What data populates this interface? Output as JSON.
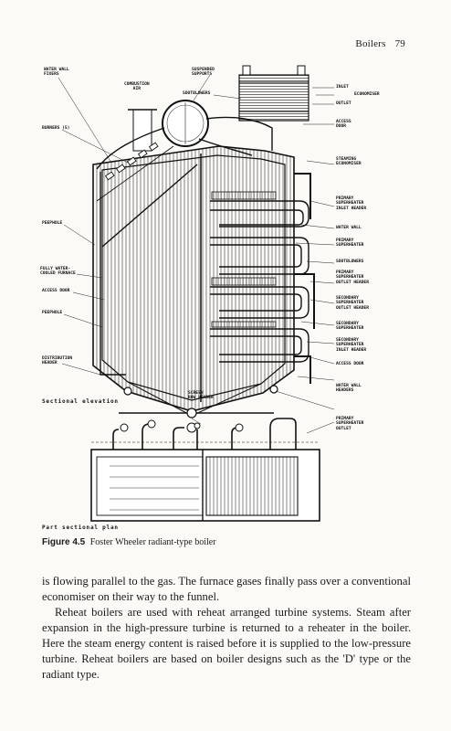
{
  "header": {
    "section": "Boilers",
    "page_number": "79"
  },
  "figure": {
    "left_labels": [
      {
        "text": "Water wall\nfixers"
      },
      {
        "text": "Burners (5)"
      },
      {
        "text": "Peephole"
      },
      {
        "text": "Fully water-\ncooled furnace"
      },
      {
        "text": "Access door"
      },
      {
        "text": "Peephole"
      },
      {
        "text": "Distribution\nheader"
      }
    ],
    "top_labels": [
      {
        "text": "Combustion\nair"
      },
      {
        "text": "Suspended\nsupports"
      },
      {
        "text": "Sootblowers"
      }
    ],
    "right_labels": [
      {
        "text": "Inlet"
      },
      {
        "text": "Outlet"
      },
      {
        "text": "Economiser"
      },
      {
        "text": "Access\ndoor"
      },
      {
        "text": "Steaming\neconomiser"
      },
      {
        "text": "Primary\nsuperheater\ninlet header"
      },
      {
        "text": "Water wall"
      },
      {
        "text": "Primary\nsuperheater"
      },
      {
        "text": "Sootblowers"
      },
      {
        "text": "Primary\nsuperheater\noutlet header"
      },
      {
        "text": "Secondary\nsuperheater\noutlet header"
      },
      {
        "text": "Secondary\nsuperheater"
      },
      {
        "text": "Secondary\nsuperheater\ninlet header"
      },
      {
        "text": "Access door"
      },
      {
        "text": "Water wall\nheaders"
      }
    ],
    "bottom_labels": [
      {
        "text": "Screen\nrow header"
      }
    ],
    "plan_labels": [
      {
        "text": "Primary\nsuperheater\noutlet"
      }
    ],
    "view_titles": {
      "elevation": "Sectional elevation",
      "plan": "Part sectional plan"
    },
    "caption_number": "Figure 4.5",
    "caption_text": "Foster Wheeler radiant-type boiler"
  },
  "body": {
    "paragraph_1": "is flowing parallel to the gas. The furnace gases finally pass over a conventional economiser on their way to the funnel.",
    "paragraph_2": "Reheat boilers are used with reheat arranged turbine systems. Steam after expansion in the high-pressure turbine is returned to a reheater in the boiler. Here the steam energy content is raised before it is supplied to the low-pressure turbine. Reheat boilers are based on boiler designs such as the 'D' type or the radiant type."
  }
}
